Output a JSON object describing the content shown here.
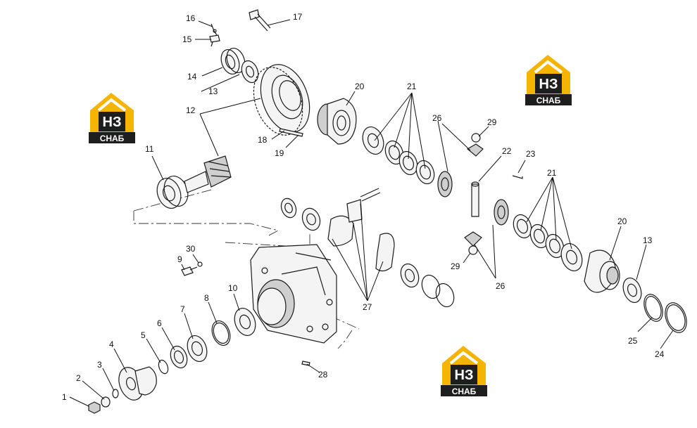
{
  "colors": {
    "logo_accent": "#f5b400",
    "logo_dark": "#1e1e1e",
    "line": "#1a1a1a"
  },
  "logo": {
    "mark": "НЗ",
    "caption": "СНАБ"
  },
  "callouts": [
    "1",
    "2",
    "3",
    "4",
    "5",
    "6",
    "7",
    "8",
    "9",
    "10",
    "11",
    "12",
    "13",
    "13",
    "14",
    "15",
    "16",
    "17",
    "18",
    "19",
    "20",
    "20",
    "21",
    "21",
    "22",
    "23",
    "24",
    "25",
    "26",
    "26",
    "27",
    "28",
    "29",
    "29",
    "30"
  ]
}
